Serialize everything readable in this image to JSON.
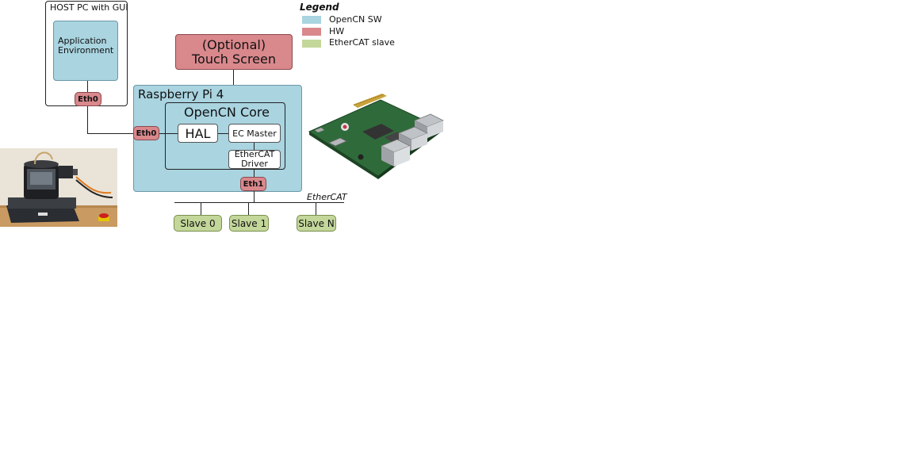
{
  "legend": {
    "title": "Legend",
    "items": [
      {
        "label": "OpenCN SW",
        "color": "#a9d4e0"
      },
      {
        "label": "HW",
        "color": "#d9888c"
      },
      {
        "label": "EtherCAT slave",
        "color": "#c4d79b"
      }
    ]
  },
  "host": {
    "title": "HOST PC with GUI",
    "app_env_line1": "Application",
    "app_env_line2": "Environment",
    "eth_label": "Eth0"
  },
  "touch_screen": {
    "line1": "(Optional)",
    "line2": "Touch Screen"
  },
  "rpi": {
    "title": "Raspberry Pi 4",
    "eth0_label": "Eth0",
    "eth1_label": "Eth1",
    "core": {
      "title": "OpenCN Core",
      "hal": "HAL",
      "ec_master": "EC Master",
      "ethercat_driver_line1": "EtherCAT",
      "ethercat_driver_line2": "Driver"
    }
  },
  "bus": {
    "label": "EtherCAT",
    "slaves": [
      "Slave 0",
      "Slave 1",
      "Slave N"
    ]
  },
  "colors": {
    "sw": "#a9d4e0",
    "hw": "#d9888c",
    "slave": "#c4d79b"
  }
}
